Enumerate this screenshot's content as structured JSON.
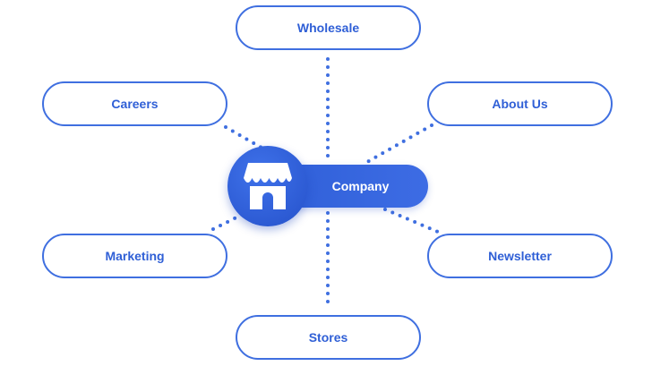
{
  "diagram": {
    "center": {
      "label": "Company",
      "icon": "store-icon"
    },
    "nodes": [
      {
        "id": "wholesale",
        "label": "Wholesale"
      },
      {
        "id": "careers",
        "label": "Careers"
      },
      {
        "id": "about",
        "label": "About Us"
      },
      {
        "id": "marketing",
        "label": "Marketing"
      },
      {
        "id": "newsletter",
        "label": "Newsletter"
      },
      {
        "id": "stores",
        "label": "Stores"
      }
    ]
  },
  "colors": {
    "accent": "#3f6fe0",
    "node_text": "#2f5fd6",
    "center_fill": "#2f5fd8",
    "background": "#ffffff"
  }
}
